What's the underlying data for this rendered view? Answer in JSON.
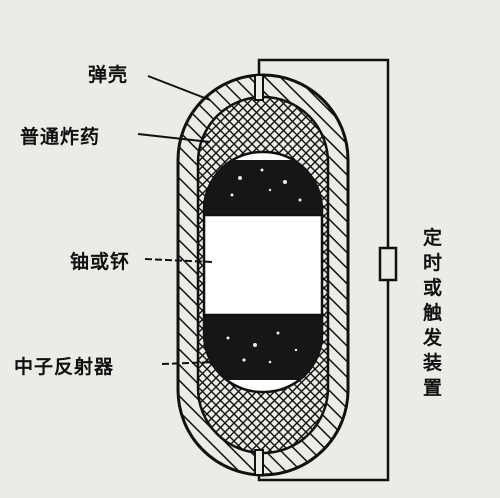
{
  "labels": {
    "shell": "弹壳",
    "explosive": "普通炸药",
    "core": "铀或钚",
    "reflector": "中子反射器",
    "trigger": "定时或触发装置"
  },
  "colors": {
    "background": "#ecebe6",
    "ink": "#111111",
    "core_fill": "#ffffff",
    "reflector_fill": "#161616"
  }
}
